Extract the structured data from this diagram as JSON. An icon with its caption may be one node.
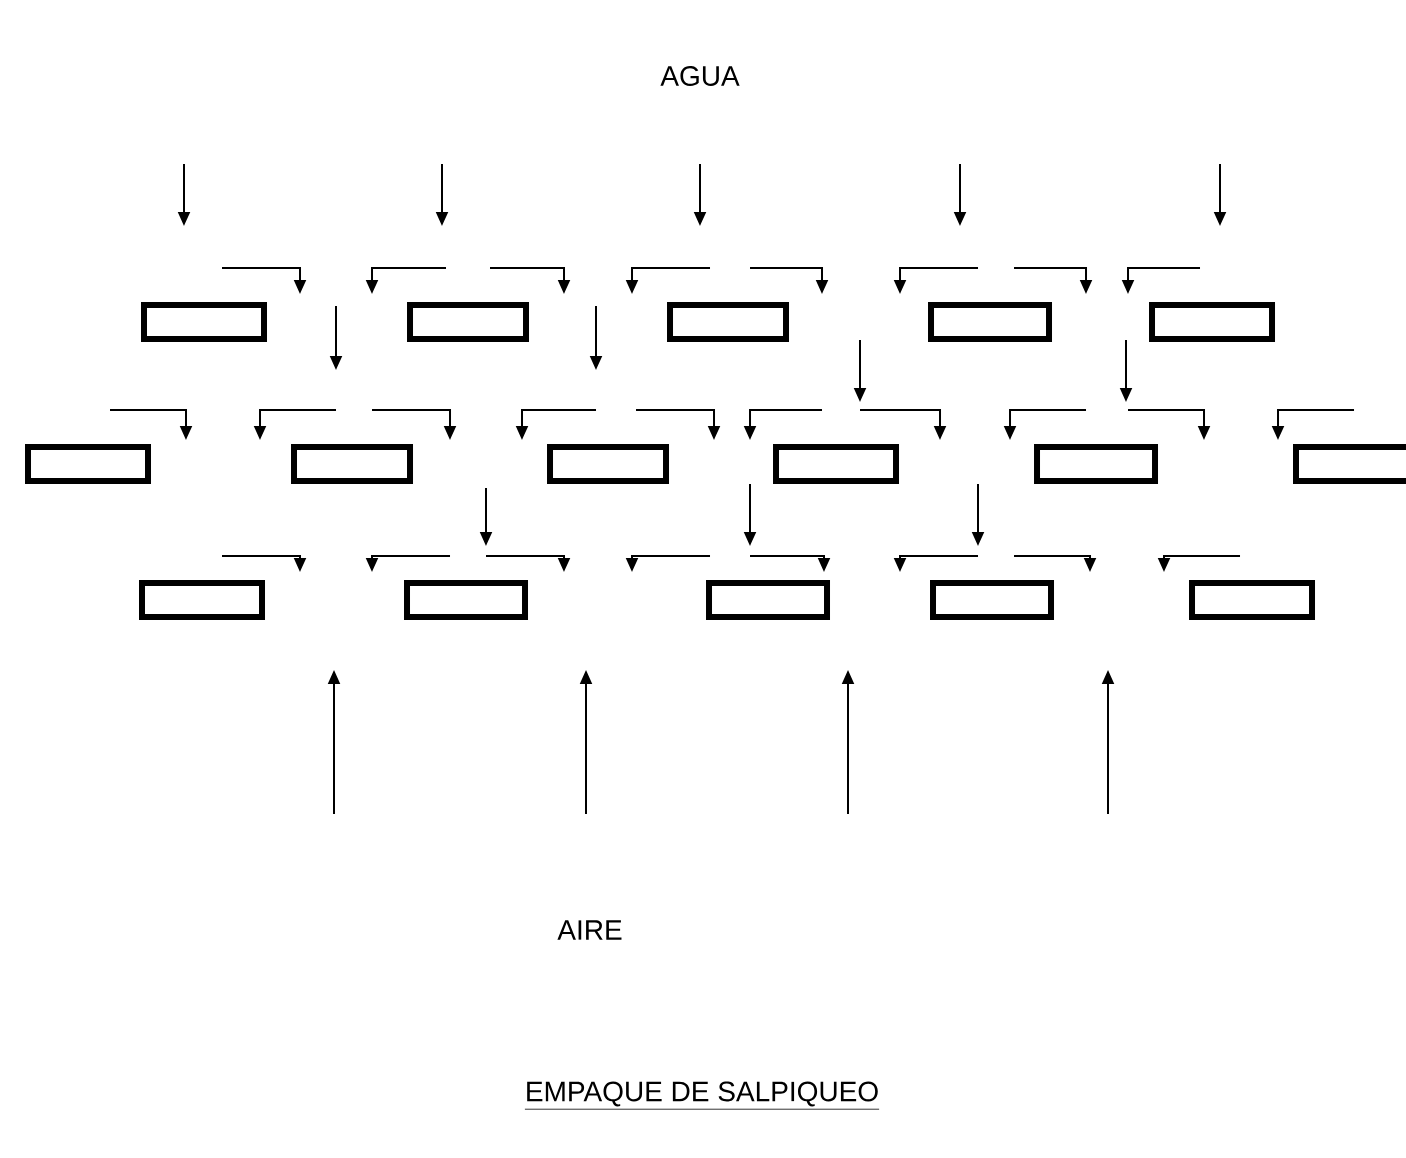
{
  "diagram": {
    "caption": "EMPAQUE DE SALPIQUEO",
    "nodes": [
      {
        "text": [],
        "shape": "box"
      },
      {
        "text": [],
        "shape": "box"
      },
      {
        "text": [],
        "shape": "box"
      },
      {
        "text": [],
        "shape": "box"
      },
      {
        "text": [],
        "shape": "box"
      },
      {
        "text": [],
        "shape": "box"
      },
      {
        "text": [],
        "shape": "box"
      },
      {
        "text": [],
        "shape": "box"
      },
      {
        "text": [],
        "shape": "box"
      },
      {
        "text": [],
        "shape": "box"
      },
      {
        "text": [],
        "shape": "box"
      },
      {
        "text": [],
        "shape": "box"
      },
      {
        "text": [],
        "shape": "box"
      },
      {
        "text": [],
        "shape": "box"
      },
      {
        "text": [],
        "shape": "box"
      },
      {
        "text": [],
        "shape": "box"
      }
    ],
    "labels": [
      "AGUA",
      "AIRE"
    ]
  }
}
